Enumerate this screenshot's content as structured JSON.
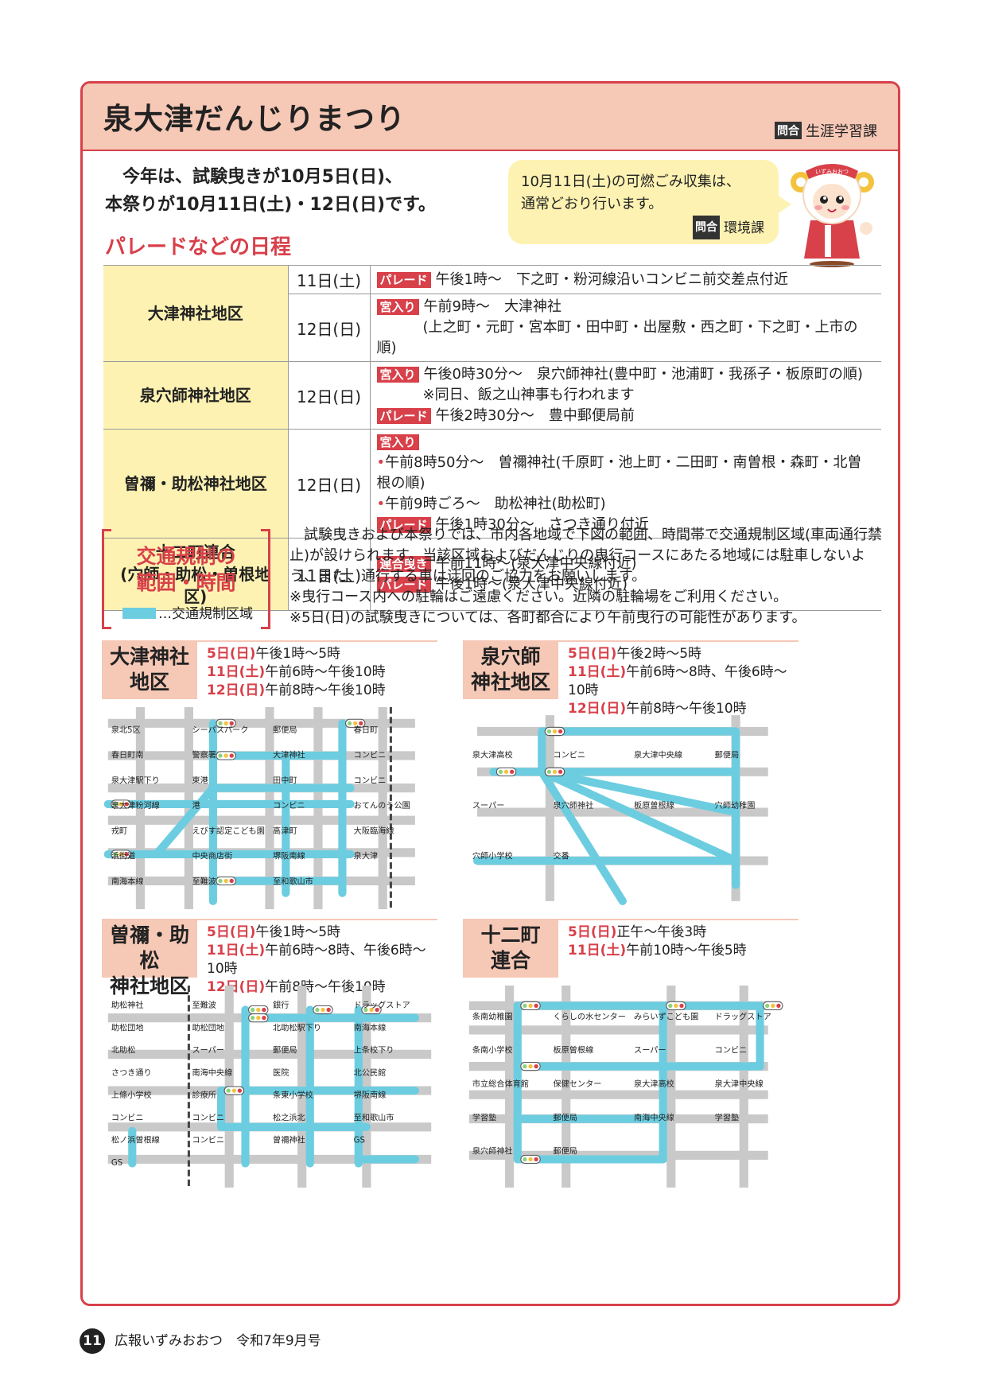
{
  "header": {
    "title": "泉大津だんじりまつり",
    "inquiry_tag": "問合",
    "inquiry_dept": "生涯学習課"
  },
  "intro": {
    "line1": "今年は、試験曳きが10月5日(日)、",
    "line2": "本祭りが10月11日(土)・12日(日)です。"
  },
  "bubble": {
    "line1": "10月11日(土)の可燃ごみ収集は、",
    "line2": "通常どおり行います。",
    "tag": "問合",
    "dept": "環境課"
  },
  "mascot": {
    "sash": "いずみおおつ"
  },
  "schedule": {
    "heading": "パレードなどの日程",
    "rows": [
      {
        "area": "大津神社地区",
        "day": "11日(土)",
        "badge": "パレード",
        "text": "午後1時〜　下之町・粉河線沿いコンビニ前交差点付近"
      },
      {
        "day": "12日(日)",
        "badge": "宮入り",
        "text": "午前9時〜　大津神社",
        "sub": "(上之町・元町・宮本町・田中町・出屋敷・西之町・下之町・上市の順)"
      },
      {
        "area": "泉穴師神社地区",
        "day": "12日(日)",
        "badge": "宮入り",
        "text": "午後0時30分〜　泉穴師神社(豊中町・池浦町・我孫子・板原町の順)",
        "sub": "※同日、飯之山神事も行われます",
        "badge2": "パレード",
        "text2": "午後2時30分〜　豊中郵便局前"
      },
      {
        "area": "曽禰・助松神社地区",
        "day": "12日(日)",
        "badge": "宮入り",
        "b1": "午前8時50分〜　曽禰神社(千原町・池上町・二田町・南曽根・森町・北曽根の順)",
        "b2": "午前9時ごろ〜　助松神社(助松町)",
        "badge2": "パレード",
        "text2": "午後1時30分〜　さつき通り付近"
      },
      {
        "area1": "十二町連合",
        "area2": "(穴師・助松・曽根地区)",
        "day": "11日(土)",
        "badge": "連合曳き",
        "text": "午前11時〜(泉大津中央線付近)",
        "badge2": "パレード",
        "text2": "午後1時〜(泉大津中央線付近)"
      }
    ]
  },
  "traffic": {
    "title1": "交通規制の",
    "title2": "範囲・時間",
    "legend": "…交通規制区域",
    "p1": "試験曳きおよび本祭りでは、市内各地域で下図の範囲、時間帯で交通規制区域(車両通行禁止)が設けられます。当該区域およびだんじりの曳行コースにあたる地域には駐車しないよう、また、通行する車は迂回のご協力をお願いします。",
    "p2": "※曳行コース内への駐輪はご遠慮ください。近隣の駐輪場をご利用ください。",
    "p3": "※5日(日)の試験曳きについては、各町都合により午前曳行の可能性があります。"
  },
  "maps": [
    {
      "name1": "大津神社",
      "name2": "地区",
      "times": [
        [
          "5日(日)",
          "午後1時〜5時"
        ],
        [
          "11日(土)",
          "午前6時〜午後10時"
        ],
        [
          "12日(日)",
          "午前8時〜午後10時"
        ]
      ],
      "labels": [
        "泉北5区",
        "シーパスパーク",
        "郵便局",
        "春日町",
        "春日町南",
        "警察署",
        "大津神社",
        "コンビニ",
        "泉大津駅下り",
        "東港",
        "田中町",
        "コンビニ",
        "泉大津粉河線",
        "港",
        "コンビニ",
        "おてんのう公園",
        "戎町",
        "えびす認定こども園",
        "高津町",
        "大阪臨海線",
        "浜街道",
        "中央商店街",
        "堺阪南線",
        "泉大津",
        "南海本線",
        "至難波",
        "至和歌山市"
      ]
    },
    {
      "name1": "泉穴師",
      "name2": "神社地区",
      "times": [
        [
          "5日(日)",
          "午後2時〜5時"
        ],
        [
          "11日(土)",
          "午前6時〜8時、午後6時〜10時"
        ],
        [
          "12日(日)",
          "午前8時〜午後10時"
        ]
      ],
      "labels": [
        "泉大津高校",
        "コンビニ",
        "泉大津中央線",
        "郵便局",
        "スーパー",
        "泉穴師神社",
        "板原曽根線",
        "穴師幼稚園",
        "穴師小学校",
        "交番"
      ]
    },
    {
      "name1": "曽禰・助松",
      "name2": "神社地区",
      "times": [
        [
          "5日(日)",
          "午後1時〜5時"
        ],
        [
          "11日(土)",
          "午前6時〜8時、午後6時〜10時"
        ],
        [
          "12日(日)",
          "午前8時〜午後10時"
        ]
      ],
      "labels": [
        "助松神社",
        "至難波",
        "銀行",
        "ドラッグストア",
        "助松団地",
        "助松団地",
        "北助松駅下り",
        "南海本線",
        "北助松",
        "スーパー",
        "郵便局",
        "上条校下り",
        "さつき通り",
        "南海中央線",
        "医院",
        "北公民館",
        "上條小学校",
        "診療所",
        "条東小学校",
        "堺阪南線",
        "コンビニ",
        "コンビニ",
        "松之浜北",
        "至和歌山市",
        "松ノ浜曽根線",
        "コンビニ",
        "曽禰神社",
        "GS",
        "GS"
      ]
    },
    {
      "name1": "十二町",
      "name2": "連合",
      "times": [
        [
          "5日(日)",
          "正午〜午後3時"
        ],
        [
          "11日(土)",
          "午前10時〜午後5時"
        ]
      ],
      "labels": [
        "条南幼稚園",
        "くらしの水センター",
        "みらいずこども園",
        "ドラッグストア",
        "条南小学校",
        "板原曽根線",
        "スーパー",
        "コンビニ",
        "市立総合体育館",
        "保健センター",
        "泉大津高校",
        "泉大津中央線",
        "学習塾",
        "郵便局",
        "南海中央線",
        "学習塾",
        "泉穴師神社",
        "郵便局"
      ]
    }
  ],
  "footer": {
    "page": "11",
    "publication": "広報いずみおおつ　令和7年9月号"
  },
  "colors": {
    "accent": "#d8404a",
    "header_bg": "#f6c8b6",
    "area_bg": "#fdf2b2",
    "road_restricted": "#6ccde0",
    "road": "#c9c9c9"
  }
}
